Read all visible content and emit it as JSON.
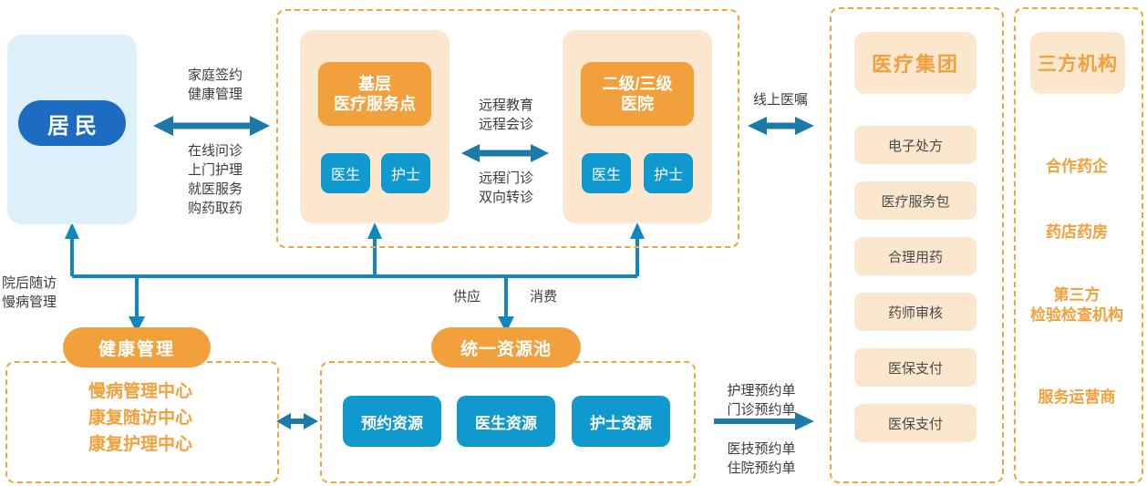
{
  "theme": {
    "orange": "#f2a03c",
    "peach": "#fbe7cd",
    "cyan": "#0f99cf",
    "deep_blue": "#1d6cc1",
    "light_blue_panel": "#ddeffb",
    "wire_blue": "#1287bf",
    "dark_arrow": "#1b7aa8",
    "text_gray": "#3c3c3c",
    "dashed_border": "#f0a53c"
  },
  "residents": {
    "badge_label": "居民"
  },
  "care_group": {
    "grassroots": {
      "title": "基层\n医疗服务点",
      "roles": [
        "医生",
        "护士"
      ]
    },
    "hospital": {
      "title": "二级/三级\n医院",
      "roles": [
        "医生",
        "护士"
      ]
    }
  },
  "medical_group": {
    "title": "医疗集团",
    "items": [
      "电子处方",
      "医疗服务包",
      "合理用药",
      "药师审核",
      "医保支付",
      "医保支付"
    ]
  },
  "third_party": {
    "title": "三方机构",
    "items": [
      "合作药企",
      "药店药房",
      "第三方\n检验检查机构",
      "服务运营商"
    ]
  },
  "health_management": {
    "title": "健康管理",
    "items": [
      "慢病管理中心",
      "康复随访中心",
      "康复护理中心"
    ]
  },
  "resource_pool": {
    "title": "统一资源池",
    "chips": [
      "预约资源",
      "医生资源",
      "护士资源"
    ]
  },
  "edges": {
    "resident_to_care_top": "家庭签约\n健康管理",
    "resident_to_care_bottom": "在线问诊\n上门护理\n就医服务\n购药取药",
    "grassroots_to_hospital_top": "远程教育\n远程会诊",
    "grassroots_to_hospital_bottom": "远程门诊\n双向转诊",
    "care_to_medgroup": "线上医嘱",
    "post_discharge": "院后随访\n慢病管理",
    "supply": "供应",
    "consume": "消费",
    "pool_to_medgroup_top": "护理预约单\n门诊预约单",
    "pool_to_medgroup_bottom": "医技预约单\n住院预约单"
  }
}
